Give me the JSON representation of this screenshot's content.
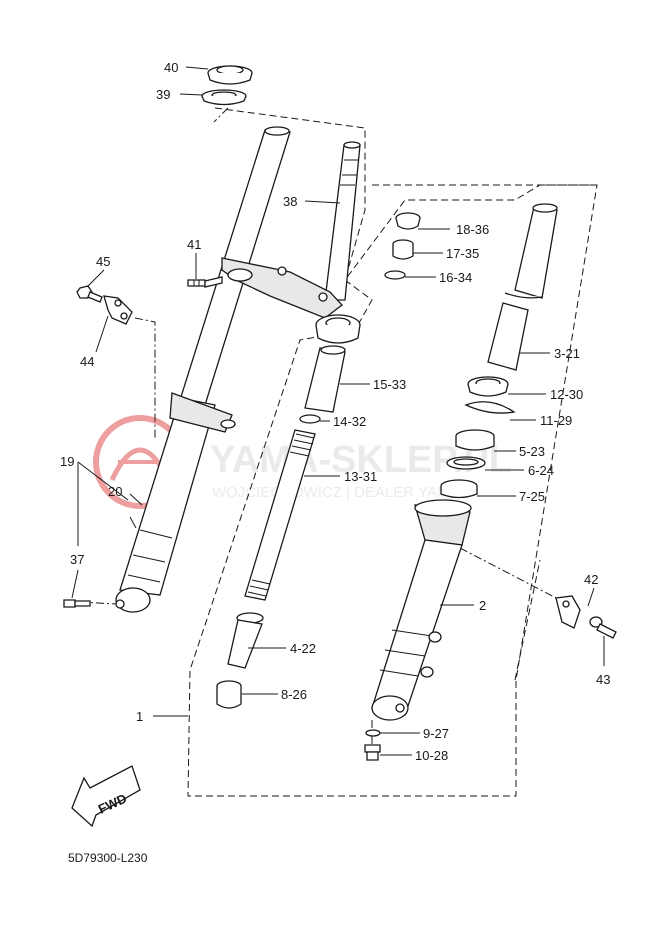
{
  "diagram_code": "5D79300-L230",
  "watermark": {
    "line1": "YAMA-SKLEP.PL",
    "line2": "WOJCIECHOWICZ | DEALER YAMAHA"
  },
  "fwd_label": "FWD",
  "callouts": {
    "c40": "40",
    "c39": "39",
    "c38": "38",
    "c41": "41",
    "c45": "45",
    "c44": "44",
    "c19": "19",
    "c20": "20",
    "c37": "37",
    "c1": "1",
    "c18_36": "18-36",
    "c17_35": "17-35",
    "c16_34": "16-34",
    "c3_21": "3-21",
    "c15_33": "15-33",
    "c12_30": "12-30",
    "c14_32": "14-32",
    "c11_29": "11-29",
    "c5_23": "5-23",
    "c6_24": "6-24",
    "c13_31": "13-31",
    "c7_25": "7-25",
    "c2": "2",
    "c42": "42",
    "c43": "43",
    "c4_22": "4-22",
    "c8_26": "8-26",
    "c9_27": "9-27",
    "c10_28": "10-28"
  },
  "colors": {
    "line": "#1a1a1a",
    "watermark": "#d9d9d9",
    "logo": "#e05050"
  }
}
